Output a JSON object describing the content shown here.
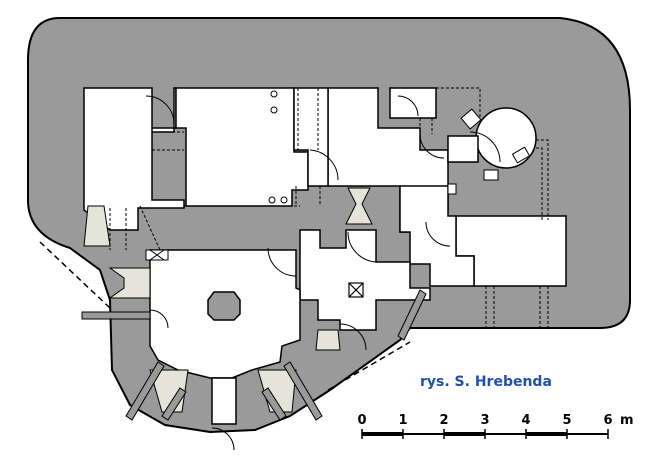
{
  "credit": "rys. S. Hrebenda",
  "scale": {
    "ticks": [
      "0",
      "1",
      "2",
      "3",
      "4",
      "5",
      "6"
    ],
    "unit": "m"
  },
  "colors": {
    "wall": "#9a9a9a",
    "outline": "#000000",
    "room": "#ffffff",
    "embrasure": "#e4e4d8",
    "credit": "#1f4fb0"
  }
}
